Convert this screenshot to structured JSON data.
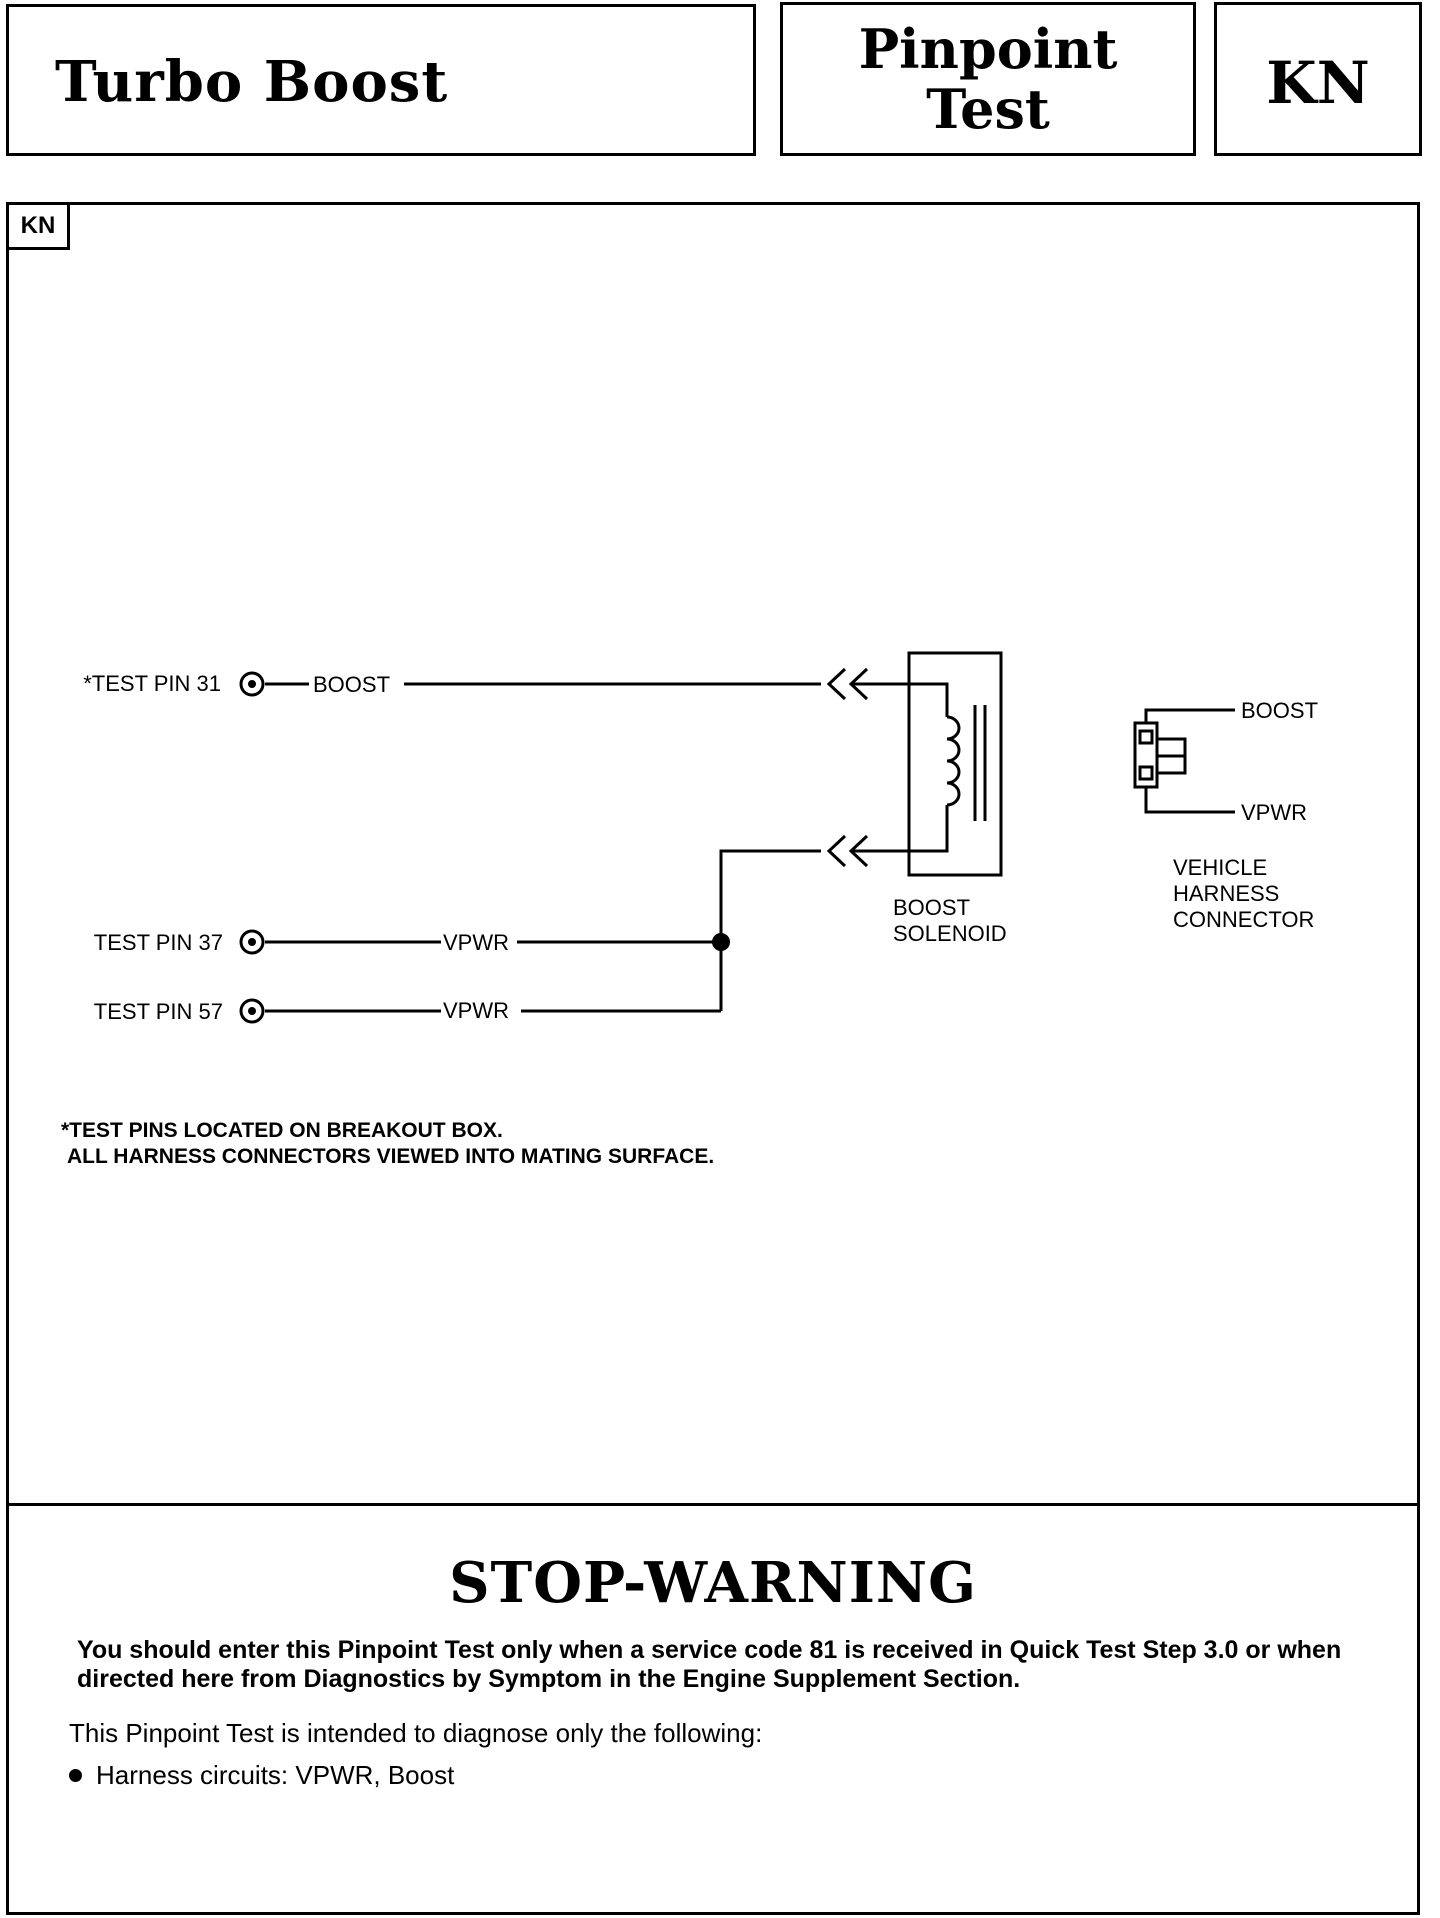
{
  "header": {
    "title": "Turbo Boost",
    "type_line1": "Pinpoint",
    "type_line2": "Test",
    "code": "KN"
  },
  "diagram": {
    "tag": "KN",
    "pins": [
      {
        "label": "*TEST PIN 31",
        "wire": "BOOST"
      },
      {
        "label": "TEST PIN 37",
        "wire": "VPWR"
      },
      {
        "label": "TEST PIN 57",
        "wire": "VPWR"
      }
    ],
    "solenoid_label_line1": "BOOST",
    "solenoid_label_line2": "SOLENOID",
    "connector_wire_top": "BOOST",
    "connector_wire_bottom": "VPWR",
    "connector_label_line1": "VEHICLE",
    "connector_label_line2": "HARNESS",
    "connector_label_line3": "CONNECTOR",
    "note_line1": "*TEST PINS LOCATED ON BREAKOUT BOX.",
    "note_line2": "ALL HARNESS CONNECTORS VIEWED INTO MATING SURFACE."
  },
  "warning": {
    "title": "STOP-WARNING",
    "para1": "You should enter this Pinpoint Test only when a service code 81 is received in Quick Test Step 3.0 or when directed here from Diagnostics by Symptom in the Engine Supplement Section.",
    "para2": "This Pinpoint Test is intended to diagnose only the following:",
    "bullet1": "Harness circuits: VPWR, Boost"
  }
}
